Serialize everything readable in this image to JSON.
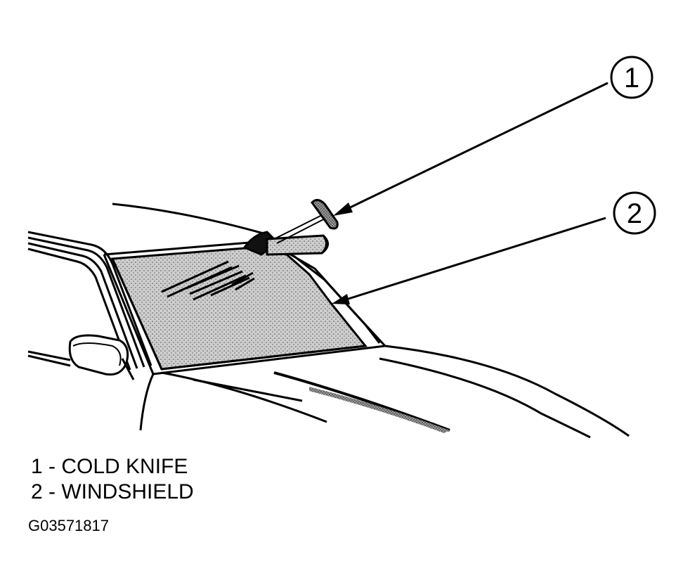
{
  "callouts": [
    {
      "number": "1",
      "label": "COLD KNIFE"
    },
    {
      "number": "2",
      "label": "WINDSHIELD"
    }
  ],
  "legend": [
    {
      "number": "1",
      "separator": " - ",
      "text": "COLD KNIFE"
    },
    {
      "number": "2",
      "separator": " - ",
      "text": "WINDSHIELD"
    }
  ],
  "figure_code": "G03571817",
  "colors": {
    "ink": "#000000",
    "background": "#ffffff",
    "glass_stipple": "#bdbdbd"
  }
}
